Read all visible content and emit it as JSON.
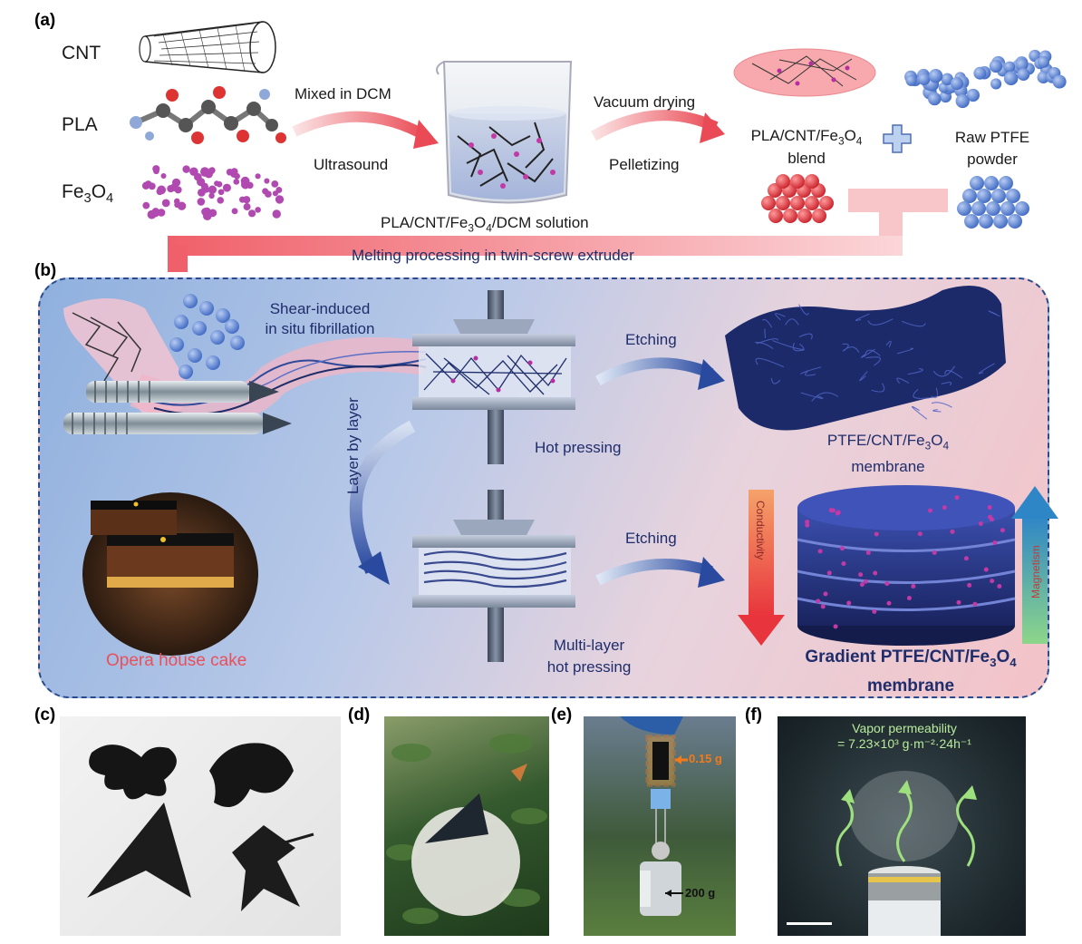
{
  "panels": {
    "a": "(a)",
    "b": "(b)",
    "c": "(c)",
    "d": "(d)",
    "e": "(e)",
    "f": "(f)"
  },
  "panel_a": {
    "materials": [
      "CNT",
      "PLA",
      "Fe3O4"
    ],
    "arrow1_top": "Mixed in DCM",
    "arrow1_bottom": "Ultrasound",
    "solution_label": "PLA/CNT/Fe3O4/DCM solution",
    "arrow2_top": "Vacuum drying",
    "arrow2_bottom": "Pelletizing",
    "blend_line1": "PLA/CNT/Fe3O4",
    "blend_line2": "blend",
    "ptfe_line1": "Raw PTFE",
    "ptfe_line2": "powder",
    "extruder_label": "Melting processing in twin-screw extruder"
  },
  "panel_b": {
    "fibrillation_line1": "Shear-induced",
    "fibrillation_line2": "in situ fibrillation",
    "etching_top": "Etching",
    "hot_pressing": "Hot pressing",
    "membrane_line1": "PTFE/CNT/Fe3O4",
    "membrane_line2": "membrane",
    "layer_by_layer": "Layer by layer",
    "etching_bottom": "Etching",
    "multi_line1": "Multi-layer",
    "multi_line2": "hot pressing",
    "conductivity": "Conductivity",
    "magnetism": "Magnetism",
    "gradient_line1": "Gradient PTFE/CNT/Fe3O4",
    "gradient_line2": "membrane",
    "cake": "Opera house cake"
  },
  "panel_e": {
    "mass_small": "0.15 g",
    "mass_large": "200 g"
  },
  "panel_f": {
    "vapor_line1": "Vapor permeability",
    "vapor_line2": "= 7.23×10³ g·m⁻²·24h⁻¹"
  },
  "colors": {
    "navy": "#1f2d6b",
    "red_arrow": "#e8505b",
    "blue_arrow": "#2a4aa0",
    "cake_label": "#e8505b",
    "bg_b_left": "#8fb0de",
    "bg_b_right": "#f3c3c8"
  }
}
